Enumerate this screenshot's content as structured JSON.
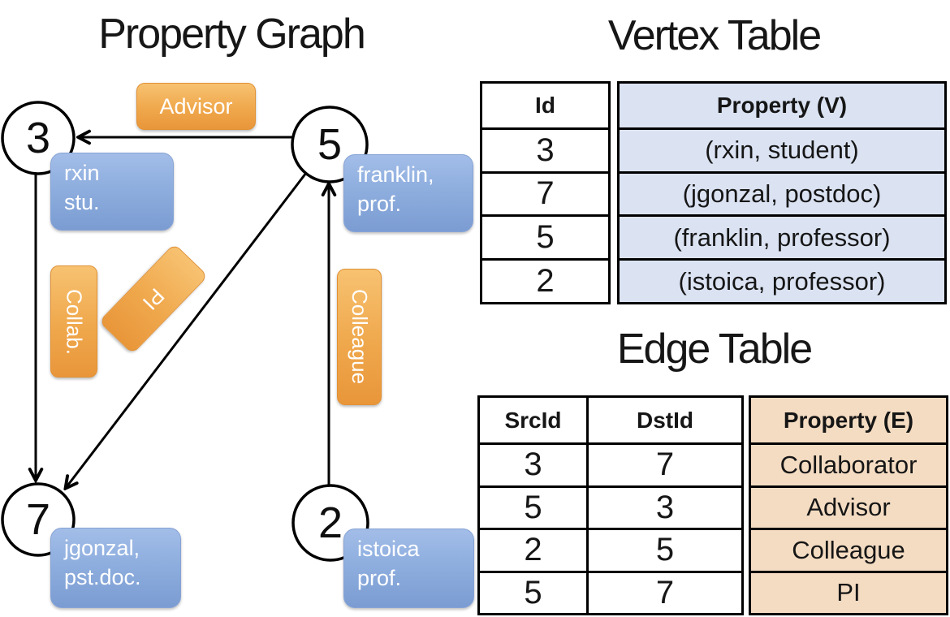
{
  "graph": {
    "title": "Property Graph",
    "nodes": [
      {
        "id": "3",
        "prop_line1": "rxin",
        "prop_line2": "stu."
      },
      {
        "id": "5",
        "prop_line1": "franklin,",
        "prop_line2": "prof."
      },
      {
        "id": "7",
        "prop_line1": "jgonzal,",
        "prop_line2": "pst.doc."
      },
      {
        "id": "2",
        "prop_line1": "istoica",
        "prop_line2": "prof."
      }
    ],
    "edges": [
      {
        "label": "Advisor",
        "src": "5",
        "dst": "3"
      },
      {
        "label": "Collab.",
        "src": "3",
        "dst": "7"
      },
      {
        "label": "PI",
        "src": "5",
        "dst": "7"
      },
      {
        "label": "Colleague",
        "src": "2",
        "dst": "5"
      }
    ]
  },
  "vertex_table": {
    "title": "Vertex Table",
    "col_id": "Id",
    "col_property": "Property (V)",
    "rows": [
      {
        "id": "3",
        "property": "(rxin, student)"
      },
      {
        "id": "7",
        "property": "(jgonzal, postdoc)"
      },
      {
        "id": "5",
        "property": "(franklin, professor)"
      },
      {
        "id": "2",
        "property": "(istoica, professor)"
      }
    ]
  },
  "edge_table": {
    "title": "Edge Table",
    "col_src": "SrcId",
    "col_dst": "DstId",
    "col_property": "Property (E)",
    "rows": [
      {
        "src": "3",
        "dst": "7",
        "property": "Collaborator"
      },
      {
        "src": "5",
        "dst": "3",
        "property": "Advisor"
      },
      {
        "src": "2",
        "dst": "5",
        "property": "Colleague"
      },
      {
        "src": "5",
        "dst": "7",
        "property": "PI"
      }
    ]
  },
  "colors": {
    "edge_label_fill_top": "#f7c271",
    "edge_label_fill_bottom": "#e9963a",
    "vertex_label_fill_top": "#a3bde8",
    "vertex_label_fill_bottom": "#7b9cd2",
    "vertex_cell_bg": "#dbe3f3",
    "edge_cell_bg": "#f4dcc2",
    "table_border": "#000000"
  }
}
